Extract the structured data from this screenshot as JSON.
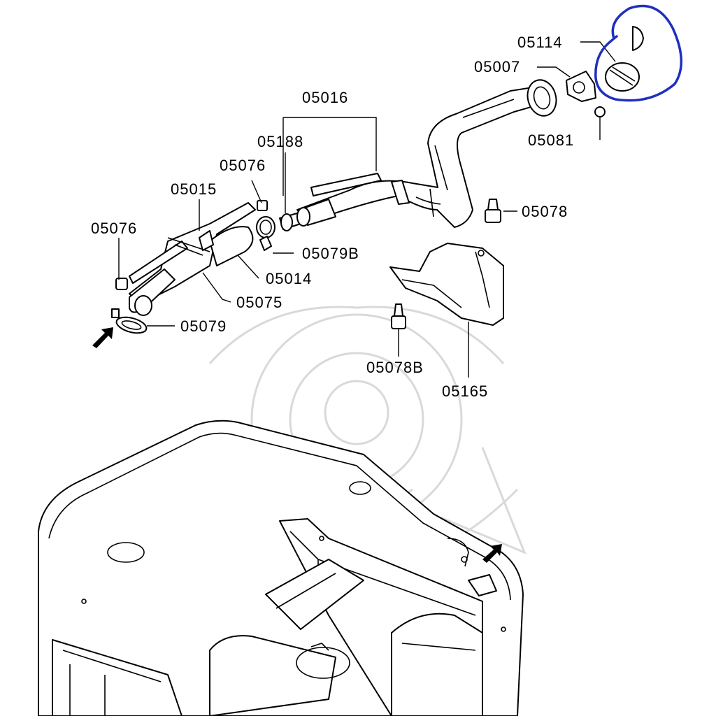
{
  "diagram": {
    "callouts": [
      {
        "id": "c05114",
        "text": "05114"
      },
      {
        "id": "c05007",
        "text": "05007"
      },
      {
        "id": "c05016",
        "text": "05016"
      },
      {
        "id": "c05081",
        "text": "05081"
      },
      {
        "id": "c05188",
        "text": "05188"
      },
      {
        "id": "c05076a",
        "text": "05076"
      },
      {
        "id": "c05015",
        "text": "05015"
      },
      {
        "id": "c05078",
        "text": "05078"
      },
      {
        "id": "c05076b",
        "text": "05076"
      },
      {
        "id": "c05079B",
        "text": "05079B"
      },
      {
        "id": "c05014",
        "text": "05014"
      },
      {
        "id": "c05075",
        "text": "05075"
      },
      {
        "id": "c05079",
        "text": "05079"
      },
      {
        "id": "c05078B",
        "text": "05078B"
      },
      {
        "id": "c05165",
        "text": "05165"
      }
    ],
    "highlight_color": "#1f2fbf",
    "line_color": "#000000",
    "watermark_color": "#d9d9d9"
  }
}
